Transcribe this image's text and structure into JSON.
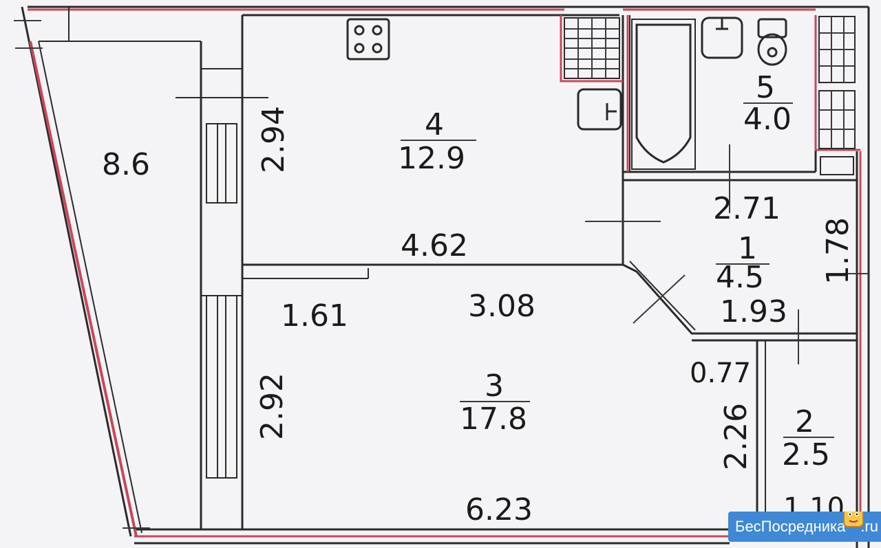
{
  "plan": {
    "balcony": {
      "area": "8.6"
    },
    "rooms": [
      {
        "id": "room-4",
        "number": "4",
        "area": "12.9"
      },
      {
        "id": "room-5",
        "number": "5",
        "area": "4.0"
      },
      {
        "id": "room-1",
        "number": "1",
        "area": "4.5"
      },
      {
        "id": "room-3",
        "number": "3",
        "area": "17.8"
      },
      {
        "id": "room-2",
        "number": "2",
        "area": "2.5"
      }
    ],
    "dimensions": {
      "d_2_94": "2.94",
      "d_4_62": "4.62",
      "d_2_71": "2.71",
      "d_1_78": "1.78",
      "d_1_61": "1.61",
      "d_3_08": "3.08",
      "d_1_93": "1.93",
      "d_0_77": "0.77",
      "d_2_92": "2.92",
      "d_2_26": "2.26",
      "d_6_23": "6.23",
      "d_1_10": "1.10"
    }
  },
  "watermark": {
    "text": "БесПосредника",
    "suffix": ".ru"
  },
  "colors": {
    "wall": "#2a2a2a",
    "accent_red": "#c8485a",
    "watermark_bg": "#3f88d6"
  }
}
